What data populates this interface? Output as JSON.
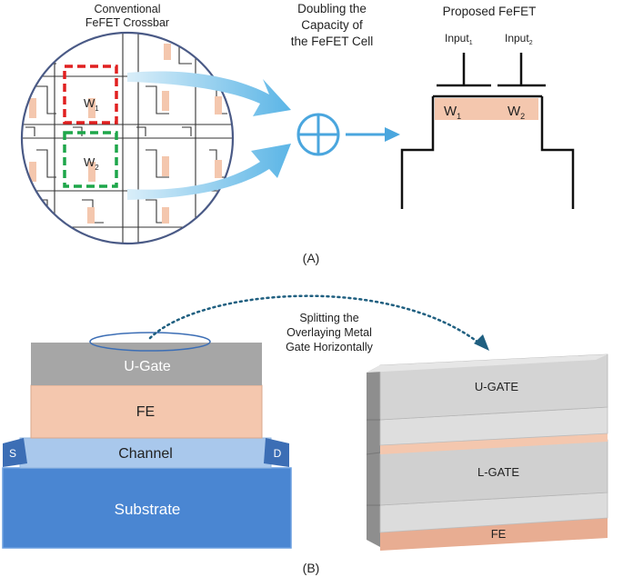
{
  "panel_a": {
    "label": "(A)",
    "conventional": {
      "line1": "Conventional",
      "line2": "FeFET Crossbar"
    },
    "doubling": {
      "line1": "Doubling the",
      "line2": "Capacity of",
      "line3": "the FeFET Cell"
    },
    "proposed": {
      "title": "Proposed FeFET"
    },
    "w1": {
      "base": "W",
      "sub": "1"
    },
    "w2": {
      "base": "W",
      "sub": "2"
    },
    "input1": {
      "base": "Input",
      "sub": "1"
    },
    "input2": {
      "base": "Input",
      "sub": "2"
    },
    "cell_w1": {
      "base": "W",
      "sub": "1"
    },
    "cell_w2": {
      "base": "W",
      "sub": "2"
    }
  },
  "panel_b": {
    "label": "(B)",
    "splitting": {
      "line1": "Splitting the",
      "line2": "Overlaying Metal",
      "line3": "Gate Horizontally"
    },
    "layers": {
      "ugate": "U-Gate",
      "fe": "FE",
      "channel": "Channel",
      "substrate": "Substrate",
      "source": "S",
      "drain": "D"
    },
    "stack": {
      "ugate": "U-GATE",
      "lgate": "L-GATE",
      "fe": "FE"
    }
  },
  "colors": {
    "fe_pink": "#f4c7ae",
    "gate_gray": "#a6a6a6",
    "channel_blue": "#a9c8ec",
    "substrate_blue": "#4a86d2",
    "sd_blue": "#3c6eb5",
    "arrow_blue": "#5bb5e6",
    "red_box": "#e02020",
    "green_box": "#1ea64a",
    "circle_border": "#4a5a86"
  }
}
